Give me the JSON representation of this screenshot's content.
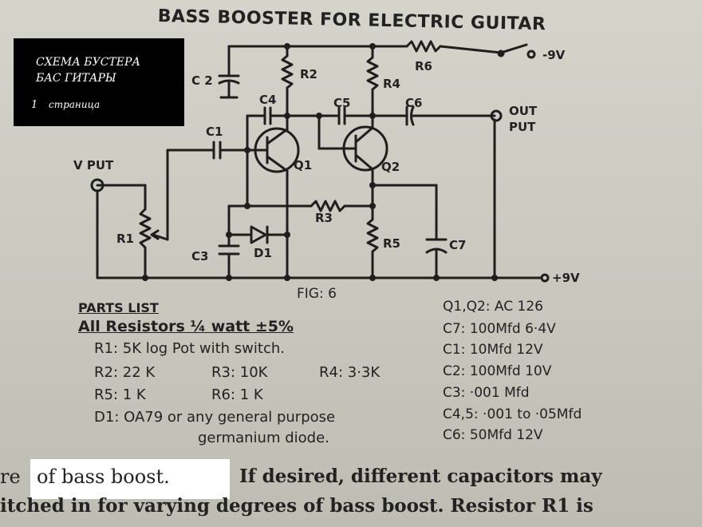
{
  "title": "BASS BOOSTER FOR ELECTRIC GUITAR",
  "overlay": {
    "line1": "СХЕМА БУСТЕРА",
    "line2": "БАС ГИТАРЫ",
    "page_number": "1",
    "page_word": "страница"
  },
  "labels": {
    "c2": "C 2",
    "r2": "R2",
    "c4": "C4",
    "c5": "C5",
    "c6": "C6",
    "r4": "R4",
    "r6": "R6",
    "supply_neg": "-9V",
    "output": "OUT",
    "output2": "PUT",
    "c1": "C1",
    "input": "V PUT",
    "q1": "Q1",
    "q2": "Q2",
    "r1": "R1",
    "r3": "R3",
    "c3": "C3",
    "d1": "D1",
    "r5": "R5",
    "c7": "C7",
    "supply_pos": "+9V",
    "fig": "FIG: 6"
  },
  "parts": {
    "header1": "PARTS LIST",
    "header2": "All Resistors ¼ watt ±5%",
    "r1": "R1: 5K log Pot with switch.",
    "r2": "R2: 22 K",
    "r3": "R3: 10K",
    "r4": "R4: 3·3K",
    "r5": "R5: 1 K",
    "r6": "R6: 1 K",
    "d1_a": "D1: OA79 or any general purpose",
    "d1_b": "germanium diode."
  },
  "specs": [
    "Q1,Q2: AC 126",
    "C7: 100Mfd 6·4V",
    "C1: 10Mfd 12V",
    "C2: 100Mfd 10V",
    "C3: ·001 Mfd",
    "C4,5: ·001 to ·05Mfd",
    "C6: 50Mfd 12V"
  ],
  "bottom_text": {
    "line1_a": "re",
    "line1_b": "of bass boost.",
    "line1_c": "If desired, different capacitors may",
    "line2": "itched in for varying degrees of bass boost. Resistor R1 is"
  }
}
